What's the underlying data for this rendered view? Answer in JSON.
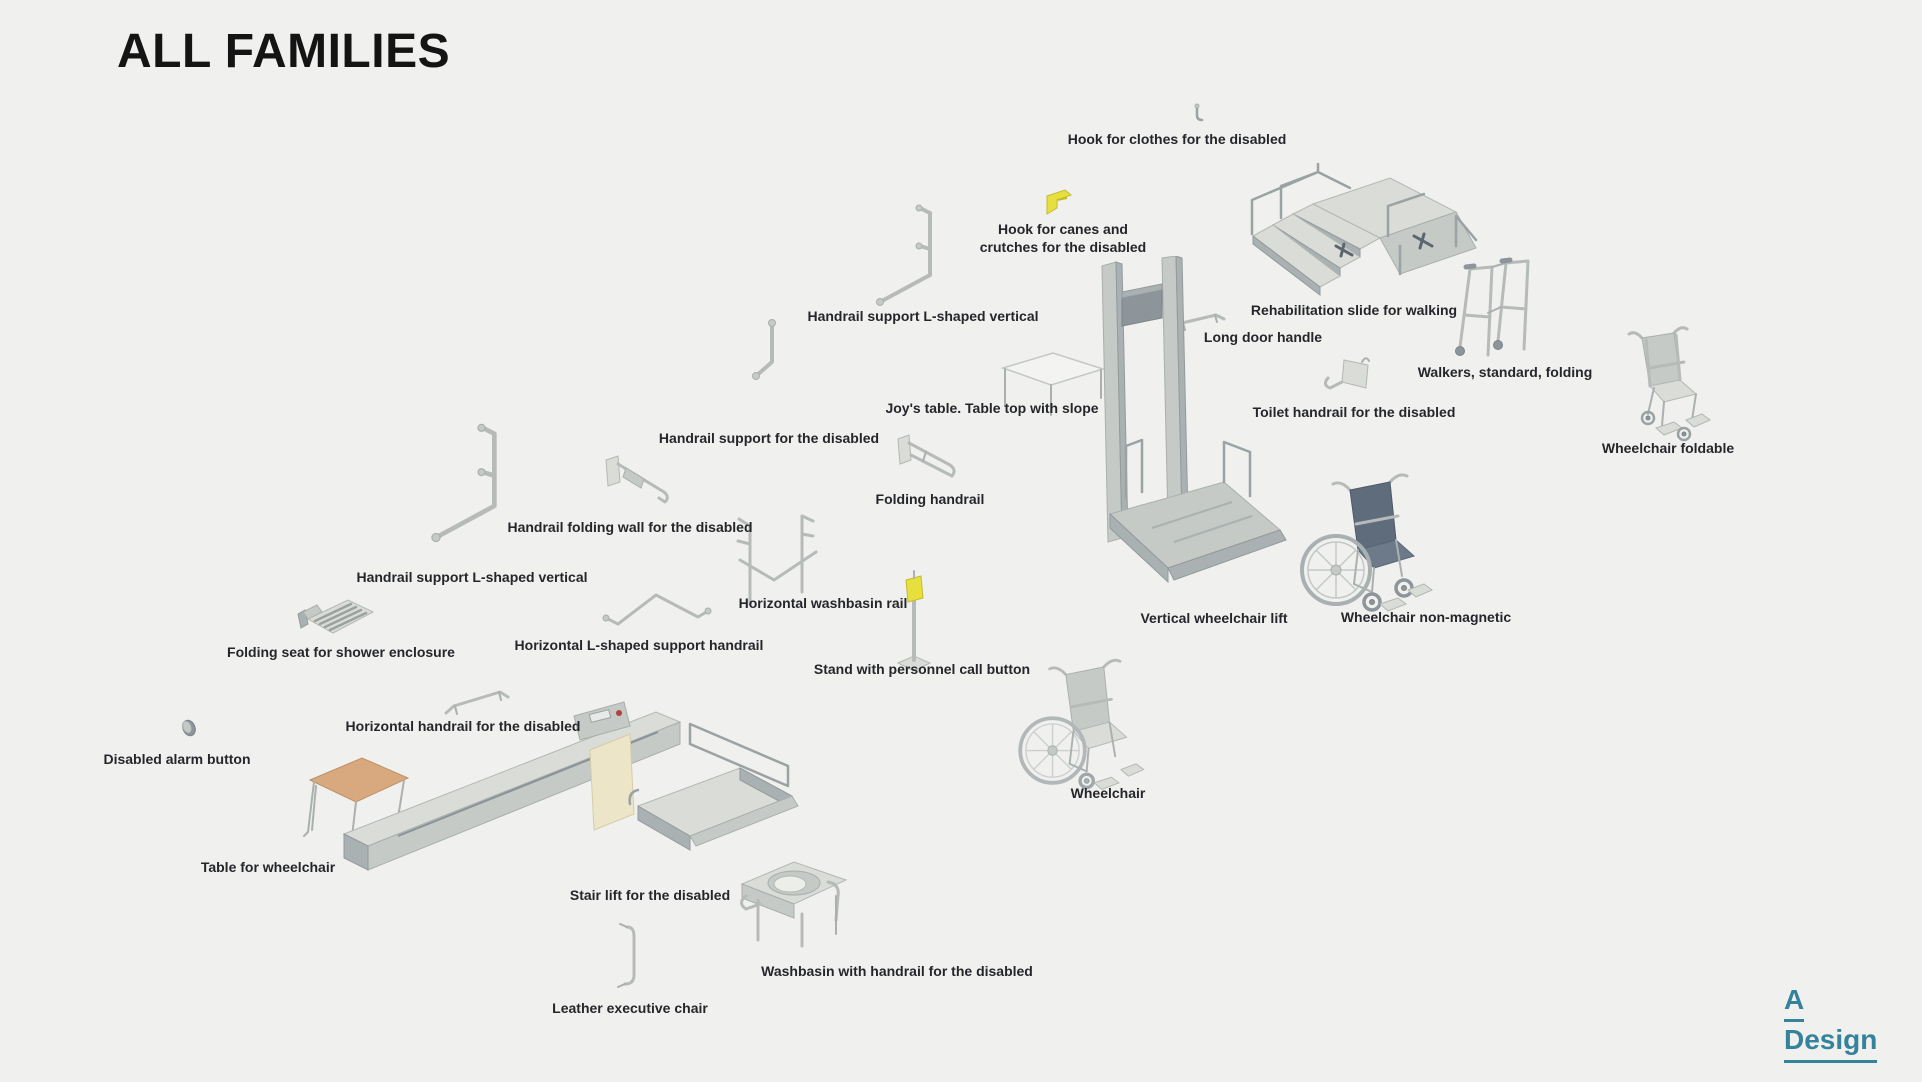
{
  "page": {
    "title": "ALL FAMILIES"
  },
  "logo": {
    "line1": "A",
    "line2": "Design"
  },
  "colors": {
    "background": "#f0f0ee",
    "label_text": "#25262b",
    "logo_teal": "#35829b",
    "accent_yellow": "#e6df3e",
    "table_tan": "#d8a97e",
    "render_gray": "#c5cac7"
  },
  "items": [
    {
      "id": "hook-for-clothes",
      "label": "Hook for clothes for the disabled"
    },
    {
      "id": "hook-for-canes",
      "label": "Hook for canes and crutches for the disabled"
    },
    {
      "id": "handrail-l-shaped-vertical-upper",
      "label": "Handrail support L-shaped vertical"
    },
    {
      "id": "rehabilitation-slide",
      "label": "Rehabilitation slide for walking"
    },
    {
      "id": "long-door-handle",
      "label": "Long door handle"
    },
    {
      "id": "walkers-standard-folding",
      "label": "Walkers, standard, folding"
    },
    {
      "id": "wheelchair-foldable",
      "label": "Wheelchair foldable"
    },
    {
      "id": "joys-table",
      "label": "Joy's table. Table top with slope"
    },
    {
      "id": "toilet-handrail",
      "label": "Toilet handrail for the disabled"
    },
    {
      "id": "handrail-support-disabled",
      "label": "Handrail support for the disabled"
    },
    {
      "id": "folding-handrail",
      "label": "Folding handrail"
    },
    {
      "id": "handrail-folding-wall",
      "label": "Handrail folding wall for the disabled"
    },
    {
      "id": "horizontal-washbasin-rail",
      "label": "Horizontal washbasin rail"
    },
    {
      "id": "handrail-l-shaped-vertical-lower",
      "label": "Handrail support L-shaped vertical"
    },
    {
      "id": "horizontal-l-shaped-handrail",
      "label": "Horizontal L-shaped support handrail"
    },
    {
      "id": "folding-seat-shower",
      "label": "Folding seat for shower enclosure"
    },
    {
      "id": "stand-call-button",
      "label": "Stand with personnel call button"
    },
    {
      "id": "vertical-wheelchair-lift",
      "label": "Vertical wheelchair lift"
    },
    {
      "id": "wheelchair-non-magnetic",
      "label": "Wheelchair non-magnetic"
    },
    {
      "id": "horizontal-handrail",
      "label": "Horizontal handrail for the disabled"
    },
    {
      "id": "disabled-alarm-button",
      "label": "Disabled alarm button"
    },
    {
      "id": "table-for-wheelchair",
      "label": "Table for wheelchair"
    },
    {
      "id": "stair-lift",
      "label": "Stair lift for the disabled"
    },
    {
      "id": "wheelchair",
      "label": "Wheelchair"
    },
    {
      "id": "washbasin-with-handrail",
      "label": "Washbasin with handrail for the disabled"
    },
    {
      "id": "leather-executive-chair",
      "label": "Leather executive chair"
    }
  ]
}
